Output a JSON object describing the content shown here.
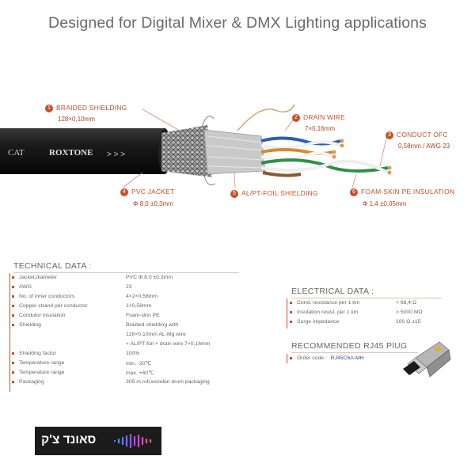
{
  "header": {
    "title": "Designed for Digital Mixer & DMX Lighting applications"
  },
  "cable": {
    "print_brand": "ROXTONE",
    "print_text": "CAT",
    "print_arrows": "> > >",
    "callouts": [
      {
        "number": "1",
        "name": "BRAIDED SHIELDING",
        "spec": "128×0,10mm"
      },
      {
        "number": "2",
        "name": "DRAIN WIRE",
        "spec": "7×0,16mm"
      },
      {
        "number": "3",
        "name": "CONDUCT OFC",
        "spec": "0,58mm / AWG 23"
      },
      {
        "number": "4",
        "name": "PVC JACKET",
        "spec": "Φ 8,0 ±0,3mm"
      },
      {
        "number": "5",
        "name": "AL/PT-FOIL SHIELDING",
        "spec": ""
      },
      {
        "number": "6",
        "name": "FOAM-SKIN PE INSULATION",
        "spec": "Φ 1,4 ±0,05mm"
      }
    ]
  },
  "technical": {
    "title": "TECHNICAL DATA :",
    "rows": [
      {
        "label": "Jacket,diameter",
        "value": "PVC Φ 8,0 ±0,3mm"
      },
      {
        "label": "AWG",
        "value": "23"
      },
      {
        "label": "No. of inner conductors",
        "value": "4×2×0,58mm"
      },
      {
        "label": "Copper strand per conductor",
        "value": "1×0,58mm"
      },
      {
        "label": "Condutor insulation",
        "value": "Foam-skin PE"
      },
      {
        "label": "Shielding",
        "value": "Braided shielding with"
      },
      {
        "label": "",
        "value": "128×0,10mm AL-Mg wire"
      },
      {
        "label": "",
        "value": "+ AL/PT-foil + drain wire 7×0,16mm"
      },
      {
        "label": "Shielding factor",
        "value": "100%"
      },
      {
        "label": "Temperature range",
        "value": "min. -20℃"
      },
      {
        "label": "Temperature range",
        "value": "max. +60℃"
      },
      {
        "label": "Packaging",
        "value": "305 m roll,wooden drum packaging"
      }
    ]
  },
  "electrical": {
    "title": "ELECTRICAL DATA :",
    "rows": [
      {
        "label": "Cond. resistance per 1 km",
        "value": "< 68,4 Ω"
      },
      {
        "label": "Insulation resist. per 1 km",
        "value": "> 5000 MΩ"
      },
      {
        "label": "Surge impedance",
        "value": "100 Ω ±15"
      }
    ]
  },
  "plug": {
    "title": "RECOMMENDED RJ45 PlUG",
    "order_label": "Order code :",
    "order_code": "RJ45C6A-MH"
  },
  "logo": {
    "text": "סאונד צ'ק"
  },
  "colors": {
    "accent": "#c8502a",
    "jacket": "#1a1a1a",
    "order_code": "#2f4f9c"
  }
}
